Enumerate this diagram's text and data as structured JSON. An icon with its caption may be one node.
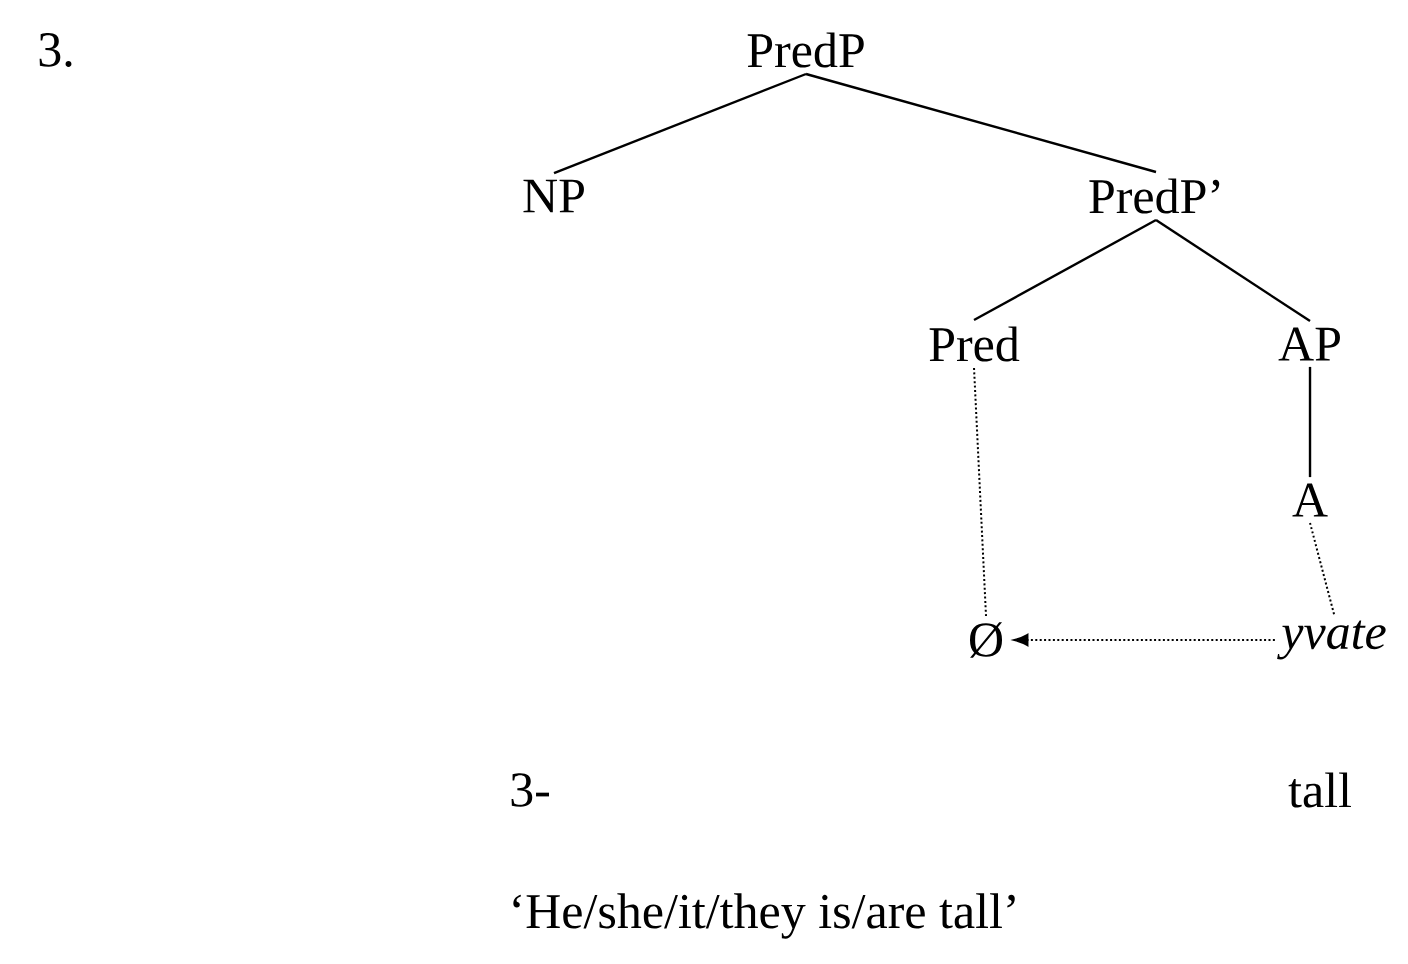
{
  "diagram": {
    "nodes": [
      {
        "text": [
          "PredP"
        ]
      },
      {
        "text": [
          "NP"
        ]
      },
      {
        "text": [
          "PredP’"
        ]
      },
      {
        "text": [
          "Pred"
        ]
      },
      {
        "text": [
          "AP"
        ]
      },
      {
        "text": [
          "A"
        ]
      },
      {
        "text": [
          "Ø"
        ]
      },
      {
        "text": [
          "yvate"
        ]
      }
    ],
    "edges": [
      {
        "from": 0,
        "to": 1,
        "arrow": "none"
      },
      {
        "from": 0,
        "to": 2,
        "arrow": "none"
      },
      {
        "from": 2,
        "to": 3,
        "arrow": "none"
      },
      {
        "from": 2,
        "to": 4,
        "arrow": "none"
      },
      {
        "from": 4,
        "to": 5,
        "arrow": "none"
      },
      {
        "from": 3,
        "to": 6,
        "arrow": "none",
        "style": "dashed"
      },
      {
        "from": 5,
        "to": 7,
        "arrow": "none",
        "style": "dashed"
      },
      {
        "from": 7,
        "to": 6,
        "arrow": "to",
        "style": "dashed"
      }
    ],
    "labels": [
      "3.",
      "3-",
      "tall",
      "‘He/she/it/they is/are tall’"
    ]
  }
}
